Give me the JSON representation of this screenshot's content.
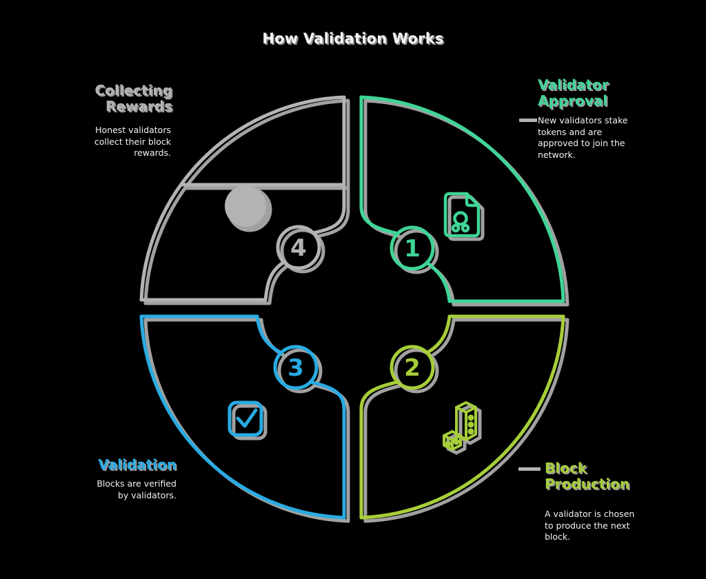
{
  "title": "How Validation Works",
  "colors": {
    "step1": "#3fd596",
    "step2": "#a6ce39",
    "step3": "#29abe2",
    "step4": "#b3b3b3",
    "shadow": "#b3b3b3",
    "text": "#f2f2f2",
    "background": "#000000"
  },
  "steps": [
    {
      "number": "1",
      "label": "Validator Approval",
      "description": "New validators stake tokens and are approved to join the network.",
      "color": "#3fd596",
      "icon": "document-seal-icon",
      "position": "top-right"
    },
    {
      "number": "2",
      "label": "Block Production",
      "description": "A validator is chosen to produce the next block.",
      "color": "#a6ce39",
      "icon": "blocks-icon",
      "position": "bottom-right"
    },
    {
      "number": "3",
      "label": "Validation",
      "description": "Blocks are verified by validators.",
      "color": "#29abe2",
      "icon": "checkbox-check-icon",
      "position": "bottom-left"
    },
    {
      "number": "4",
      "label": "Collecting Rewards",
      "description": "Honest validators collect their block rewards.",
      "color": "#b3b3b3",
      "icon": "coin-icon",
      "position": "top-left"
    }
  ]
}
